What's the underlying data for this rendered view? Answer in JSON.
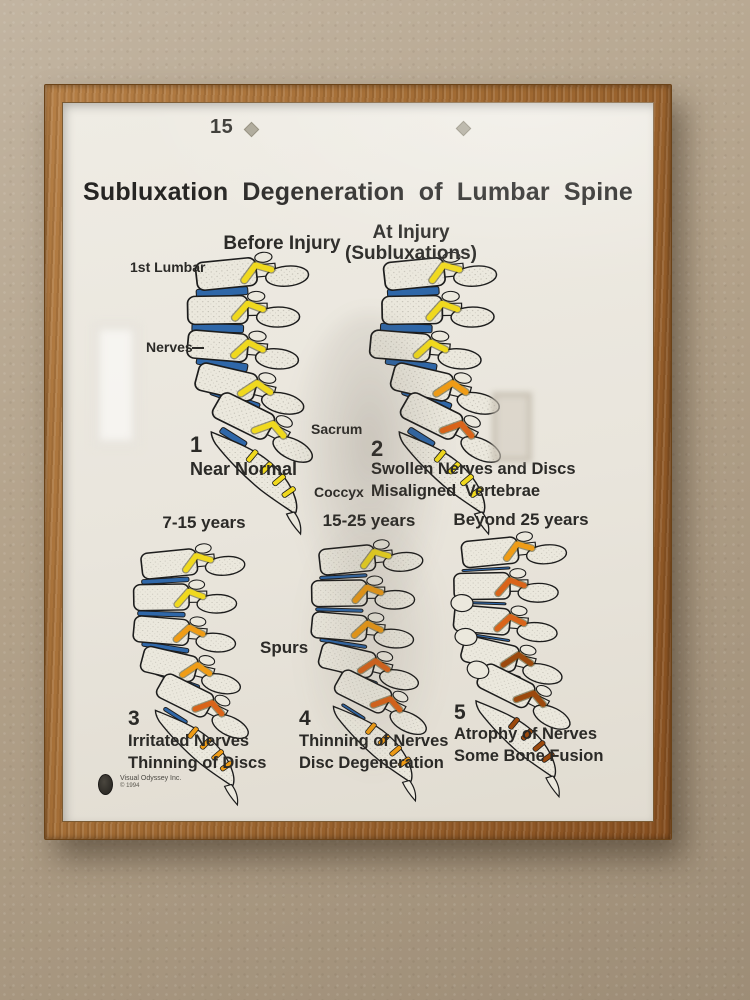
{
  "photo": {
    "colors": {
      "wall": "#b3a28a",
      "frame_wood": "#a06a33",
      "poster_paper": "#e9e5dc"
    }
  },
  "poster": {
    "page_number": "15",
    "title": "Subluxation Degeneration of Lumbar Spine",
    "anatomy_labels": {
      "first_lumbar": "1st Lumbar",
      "nerves": "Nerves",
      "sacrum": "Sacrum",
      "coccyx": "Coccyx",
      "spurs": "Spurs"
    },
    "stages": [
      {
        "number": "1",
        "heading": "Before Injury",
        "subheading": "",
        "caption": [
          "Near Normal"
        ]
      },
      {
        "number": "2",
        "heading": "At Injury",
        "subheading": "(Subluxations)",
        "caption": [
          "Swollen Nerves and Discs",
          "Misaligned Vertebrae"
        ]
      },
      {
        "number": "3",
        "heading": "7-15 years",
        "subheading": "",
        "caption": [
          "Irritated Nerves",
          "Thinning of Discs"
        ]
      },
      {
        "number": "4",
        "heading": "15-25 years",
        "subheading": "",
        "caption": [
          "Thinning of Nerves",
          "Disc Degeneration"
        ]
      },
      {
        "number": "5",
        "heading": "Beyond 25 years",
        "subheading": "",
        "caption": [
          "Atrophy of Nerves",
          "Some Bone Fusion"
        ]
      }
    ],
    "credit": {
      "company": "Visual Odyssey Inc.",
      "copyright": "© 1994"
    },
    "illustration_colors": {
      "bone": "#ebe8dd",
      "outline": "#1c1c1c",
      "disc_blue": "#2f67a8",
      "nerve_yellow": "#f0d91e",
      "nerve_orange": "#ef9c16",
      "nerve_red_orange": "#d9641a",
      "nerve_brown": "#9c4a0e"
    }
  }
}
